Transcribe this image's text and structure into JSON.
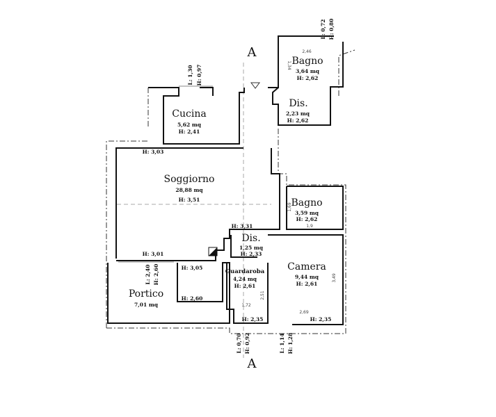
{
  "section_marks": {
    "top": "A",
    "bottom": "A"
  },
  "rooms": {
    "bagno_top": {
      "name": "Bagno",
      "area": "3,64 mq",
      "height": "H: 2,62",
      "dim_w": "2,46",
      "dim_h": "1,34"
    },
    "dis_top": {
      "name": "Dis.",
      "area": "2,23 mq",
      "height": "H: 2,62"
    },
    "cucina": {
      "name": "Cucina",
      "area": "5,62 mq",
      "height": "H: 2,41"
    },
    "soggiorno": {
      "name": "Soggiorno",
      "area": "28,88 mq",
      "height": "H: 3,51",
      "height_top": "H: 3,03",
      "height_bottom": "H: 3,01",
      "height_step": "H: 3,31"
    },
    "bagno_right": {
      "name": "Bagno",
      "area": "3,59 mq",
      "height": "H: 2,62",
      "dim_w": "1,9",
      "dim_h": "1,69"
    },
    "dis_center": {
      "name": "Dis.",
      "area": "1,25 mq",
      "height": "H: 2,33"
    },
    "portico": {
      "name": "Portico",
      "area": "7,01 mq",
      "height": "H: 2,60",
      "height_top": "H: 3,05"
    },
    "guardaroba": {
      "name": "Guardaroba",
      "area": "4,24 mq",
      "height": "H: 2,61",
      "dim_w": "1,72",
      "dim_h": "2,51",
      "height_bottom": "H: 2,35"
    },
    "camera": {
      "name": "Camera",
      "area": "9,44 mq",
      "height": "H: 2,61",
      "dim_w": "2,69",
      "dim_h": "3,49",
      "height_bottom": "H: 2,35"
    }
  },
  "openings": {
    "cucina_window": {
      "l": "L: 1,30",
      "h": "H: 0,97"
    },
    "bagno_window": {
      "l": "L: 0,72",
      "h": "H: 0,80"
    },
    "portico_door": {
      "l": "L: 2,40",
      "h": "H: 2,60"
    },
    "guardaroba_window": {
      "l": "L: 0,70",
      "h": "H: 0,92"
    },
    "camera_window": {
      "l": "L: 1,14",
      "h": "H: 1,28"
    }
  }
}
